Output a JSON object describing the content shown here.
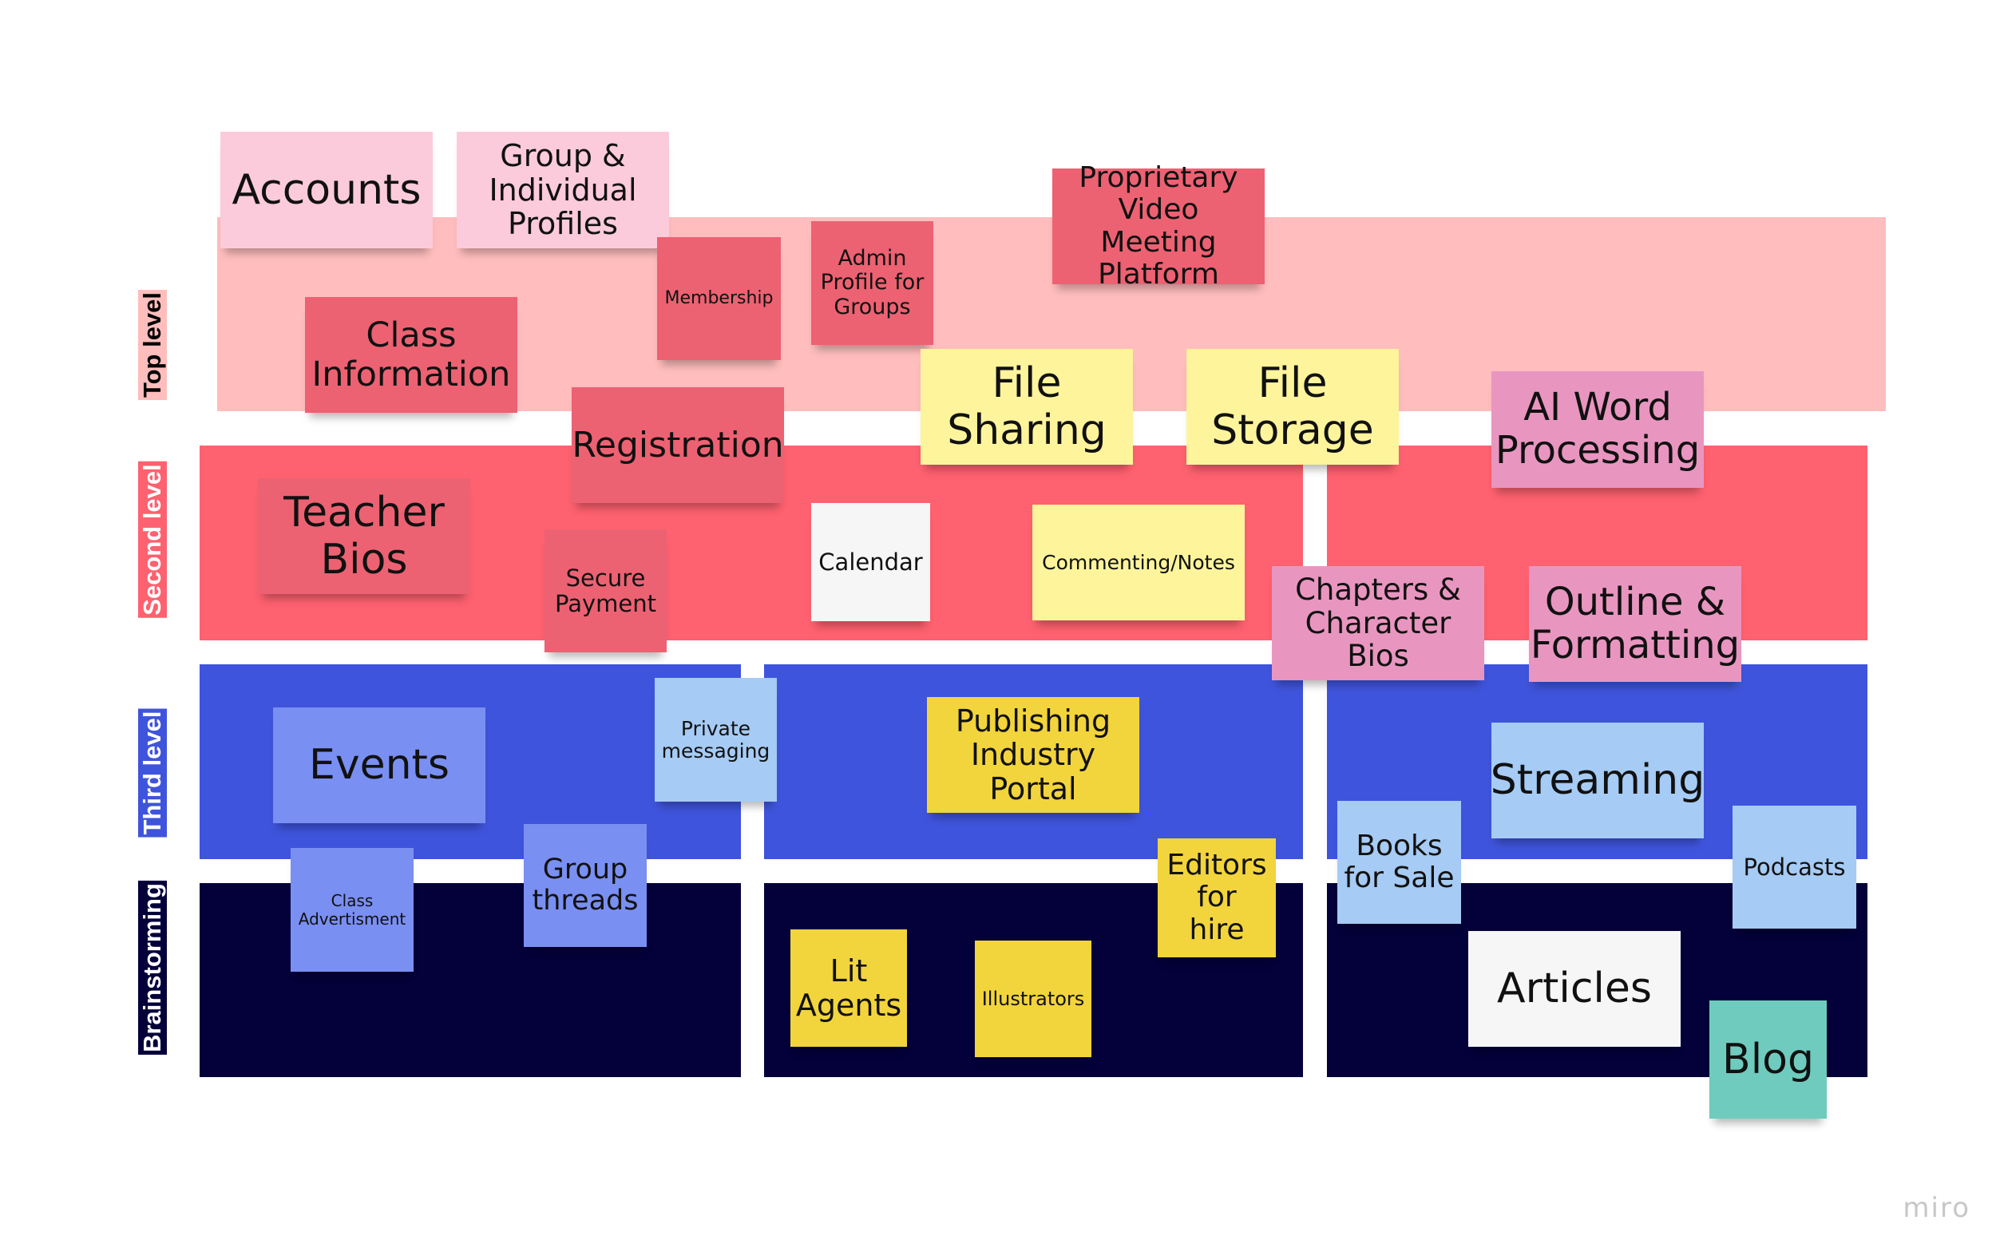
{
  "rows": {
    "top": "Top level",
    "second": "Second level",
    "third": "Third level",
    "brainstorming": "Brainstorming"
  },
  "notes": {
    "accounts": "Accounts",
    "group_profiles": "Group &\nIndividual\nProfiles",
    "membership": "Membership",
    "admin_profile": "Admin\nProfile for\nGroups",
    "video_platform": "Proprietary\nVideo Meeting\nPlatform",
    "class_info": "Class\nInformation",
    "registration": "Registration",
    "file_sharing": "File\nSharing",
    "file_storage": "File\nStorage",
    "ai_word": "AI Word\nProcessing",
    "teacher_bios": "Teacher\nBios",
    "secure_payment": "Secure\nPayment",
    "calendar": "Calendar",
    "commenting": "Commenting/Notes",
    "chapters": "Chapters &\nCharacter\nBios",
    "outline": "Outline &\nFormatting",
    "events": "Events",
    "private_messaging": "Private\nmessaging",
    "publishing_portal": "Publishing\nIndustry\nPortal",
    "streaming": "Streaming",
    "class_ad": "Class\nAdvertisment",
    "group_threads": "Group\nthreads",
    "editors": "Editors\nfor\nhire",
    "books_sale": "Books\nfor Sale",
    "podcasts": "Podcasts",
    "lit_agents": "Lit\nAgents",
    "illustrators": "Illustrators",
    "articles": "Articles",
    "blog": "Blog"
  },
  "colors": {
    "band_top": "#ffbdbd",
    "band_second": "#fe616f",
    "band_third": "#3f54dc",
    "band_brainstorming": "#04013a",
    "note_light_pink": "#fccbdb",
    "note_red": "#ec6272",
    "note_pink": "#e896c0",
    "note_light_yellow": "#fdf49c",
    "note_yellow": "#f2d43d",
    "note_white": "#f6f6f6",
    "note_blue": "#7a8ff2",
    "note_light_blue": "#a6cbf4",
    "note_teal": "#6fcbbd"
  },
  "watermark": "miro"
}
